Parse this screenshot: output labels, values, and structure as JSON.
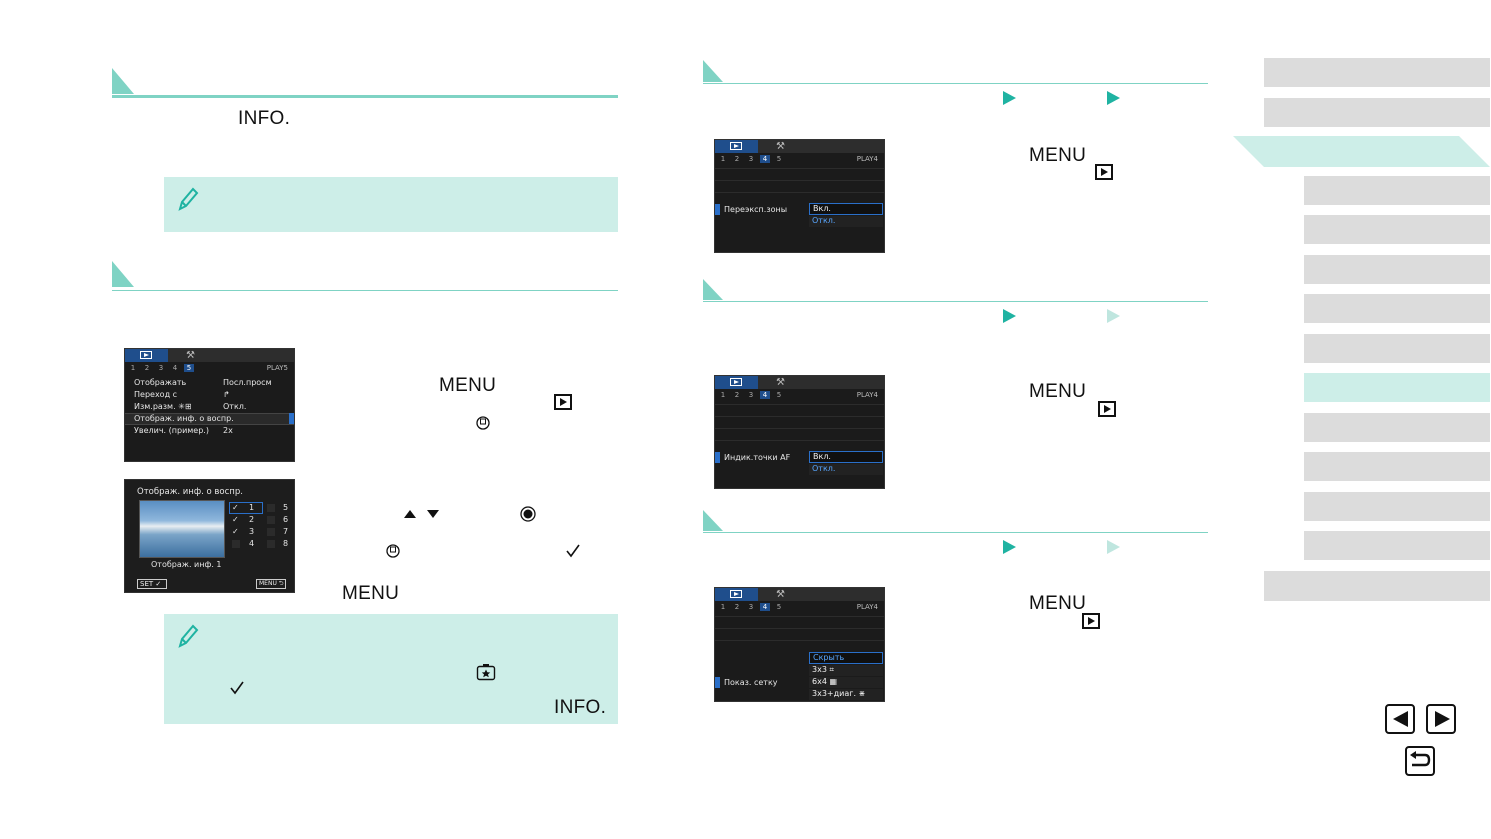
{
  "left": {
    "info_label": "INFO.",
    "screen_play5": {
      "tab_label": "PLAY5",
      "tab_numbers": [
        "1",
        "2",
        "3",
        "4",
        "5"
      ],
      "active_tab": "5",
      "rows": [
        {
          "label": "Отображать",
          "value": "Посл.просм"
        },
        {
          "label": "Переход с",
          "value": "↱"
        },
        {
          "label": "Изм.разм. ✳⊞",
          "value": "Откл."
        },
        {
          "label": "Отображ. инф. о воспр.",
          "value": ""
        },
        {
          "label": "Увелич. (пример.)",
          "value": "2x"
        }
      ]
    },
    "menu_label_1": "MENU",
    "screen_info": {
      "title": "Отображ. инф. о воспр.",
      "caption": "Отображ. инф. 1",
      "checks_left": [
        {
          "num": "1",
          "checked": true
        },
        {
          "num": "2",
          "checked": true
        },
        {
          "num": "3",
          "checked": true
        },
        {
          "num": "4",
          "checked": false
        }
      ],
      "checks_right": [
        {
          "num": "5",
          "checked": false
        },
        {
          "num": "6",
          "checked": false
        },
        {
          "num": "7",
          "checked": false
        },
        {
          "num": "8",
          "checked": false
        }
      ],
      "set_label": "SET",
      "menu_label": "MENU"
    },
    "menu_label_2": "MENU",
    "info_label_2": "INFO."
  },
  "right": {
    "screen_a": {
      "tab_label": "PLAY4",
      "tab_numbers": [
        "1",
        "2",
        "3",
        "4",
        "5"
      ],
      "active_tab": "4",
      "setting": "Переэксп.зоны",
      "options": [
        "Вкл.",
        "Откл."
      ]
    },
    "screen_b": {
      "tab_label": "PLAY4",
      "tab_numbers": [
        "1",
        "2",
        "3",
        "4",
        "5"
      ],
      "active_tab": "4",
      "setting": "Индик.точки AF",
      "options": [
        "Вкл.",
        "Откл."
      ]
    },
    "screen_c": {
      "tab_label": "PLAY4",
      "tab_numbers": [
        "1",
        "2",
        "3",
        "4",
        "5"
      ],
      "active_tab": "4",
      "setting": "Показ. сетку",
      "options": [
        "Скрыть",
        "3x3 ⌗",
        "6x4 ▦",
        "3x3+диаг. ⋇"
      ]
    },
    "menu_labels": [
      "MENU",
      "MENU",
      "MENU"
    ]
  },
  "colors": {
    "accent": "#7fd3c4",
    "note_bg": "#cdeee8",
    "sidebar_gray": "#dcdcdc",
    "arrow_teal": "#1fb3a2"
  }
}
